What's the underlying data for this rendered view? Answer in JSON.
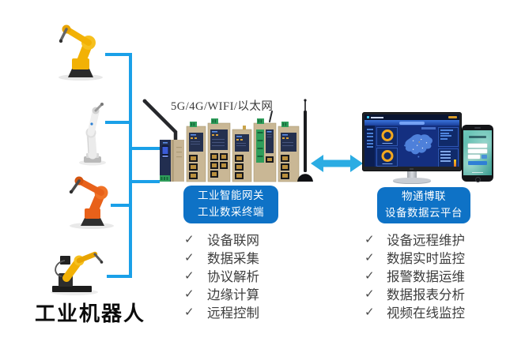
{
  "diagram": {
    "robots_title": "工业机器人",
    "connectivity_label": "5G/4G/WIFI/以太网",
    "check_glyph": "✓",
    "gateway_badge": {
      "line1": "工业智能网关",
      "line2": "工业数采终端"
    },
    "cloud_badge": {
      "line1": "物通博联",
      "line2": "设备数据云平台"
    },
    "gateway_features": [
      "设备联网",
      "数据采集",
      "协议解析",
      "边缘计算",
      "远程控制"
    ],
    "cloud_features": [
      "设备远程维护",
      "数据实时监控",
      "报警数据运维",
      "数据报表分析",
      "视频在线监控"
    ]
  },
  "colors": {
    "connector_blue": "#1aa0e8",
    "arrow_cyan": "#2bace3",
    "badge_blue": "#0e72c6",
    "robot_yellow": "#f2b105",
    "robot_orange": "#e8611a",
    "device_tan": "#c9b795",
    "panel_navy": "#24304f",
    "terminal_green": "#2f9e5b",
    "dashboard_blue": "#122e78",
    "ring_orange": "#f3a81f",
    "phone_teal": "#5fc0b2"
  },
  "icons": [
    "check-icon",
    "antenna-icon",
    "tall-antenna-icon",
    "bidirectional-arrow-icon",
    "donut-chart-icon",
    "china-map-icon"
  ]
}
